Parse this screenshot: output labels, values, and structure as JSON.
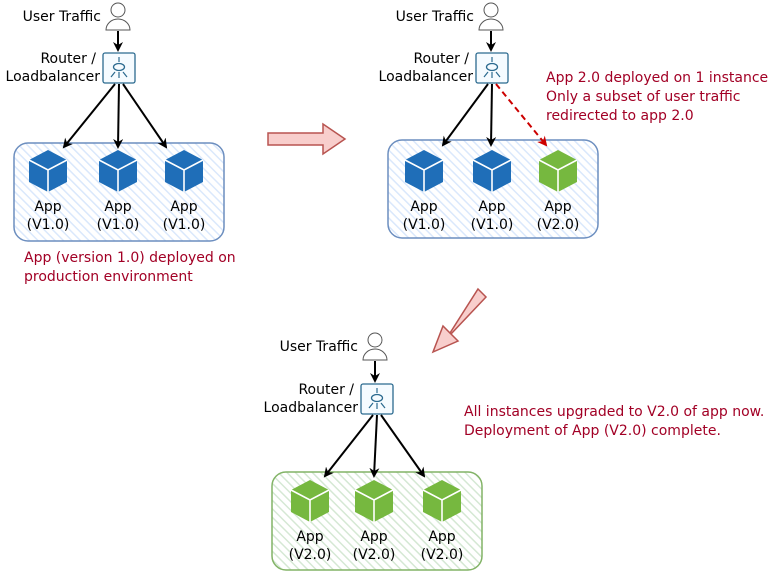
{
  "colors": {
    "v1": "#1f6eb8",
    "v2": "#76b83f",
    "blue_border": "#6c8ebf",
    "blue_fill": "#dae8fc",
    "green_border": "#82b366",
    "green_fill": "#d5e8d4",
    "note_text": "#a20025",
    "router_border": "#2b6a8f",
    "transition_arrow_fill": "#f8cecc",
    "transition_arrow_border": "#b85450",
    "canary_arrow": "#cc0000"
  },
  "stages": [
    {
      "name": "initial",
      "user_label": "User Traffic",
      "router_label_line1": "Router /",
      "router_label_line2": "Loadbalancer",
      "apps": [
        {
          "name": "App",
          "version": "(V1.0)",
          "color": "v1"
        },
        {
          "name": "App",
          "version": "(V1.0)",
          "color": "v1"
        },
        {
          "name": "App",
          "version": "(V1.0)",
          "color": "v1"
        }
      ],
      "note": [
        "App (version 1.0) deployed on",
        "production environment"
      ]
    },
    {
      "name": "canary",
      "user_label": "User Traffic",
      "router_label_line1": "Router /",
      "router_label_line2": "Loadbalancer",
      "apps": [
        {
          "name": "App",
          "version": "(V1.0)",
          "color": "v1"
        },
        {
          "name": "App",
          "version": "(V1.0)",
          "color": "v1"
        },
        {
          "name": "App",
          "version": "(V2.0)",
          "color": "v2"
        }
      ],
      "note": [
        "App 2.0 deployed on 1 instance",
        "Only a subset of user traffic",
        "redirected to app 2.0"
      ]
    },
    {
      "name": "complete",
      "user_label": "User Traffic",
      "router_label_line1": "Router /",
      "router_label_line2": "Loadbalancer",
      "apps": [
        {
          "name": "App",
          "version": "(V2.0)",
          "color": "v2"
        },
        {
          "name": "App",
          "version": "(V2.0)",
          "color": "v2"
        },
        {
          "name": "App",
          "version": "(V2.0)",
          "color": "v2"
        }
      ],
      "note": [
        "All instances upgraded to V2.0 of app now.",
        "Deployment of App (V2.0) complete."
      ]
    }
  ],
  "icons": {
    "user": "user-icon",
    "router": "load-balancer-icon",
    "app": "cube-icon",
    "transition": "arrow-icon"
  }
}
